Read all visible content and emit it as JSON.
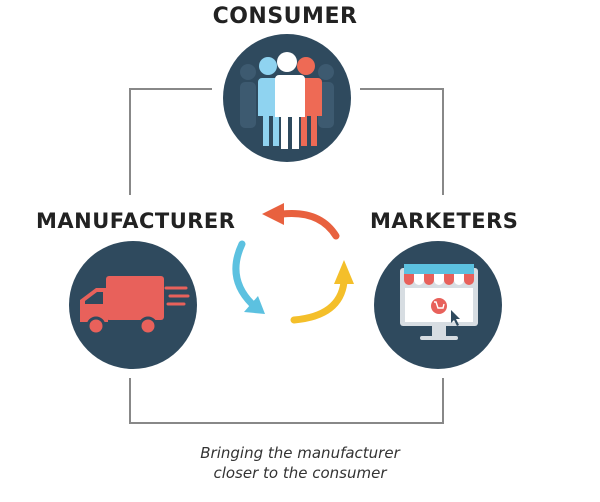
{
  "nodes": {
    "consumer": {
      "label": "CONSUMER"
    },
    "manufacturer": {
      "label": "MANUFACTURER"
    },
    "marketers": {
      "label": "MARKETERS"
    }
  },
  "caption": {
    "line1": "Bringing the manufacturer",
    "line2": "closer to the consumer"
  },
  "colors": {
    "circle": "#2f4a5e",
    "connector": "#888888",
    "arrow_red": "#e8613f",
    "arrow_yellow": "#f4bf2a",
    "arrow_blue": "#5cc1e0",
    "truck": "#e8615b",
    "person_blue": "#8fd3f0",
    "person_white": "#ffffff",
    "person_red": "#ee6a55"
  },
  "icons": {
    "consumer": "people-group-icon",
    "manufacturer": "delivery-truck-icon",
    "marketers": "online-store-icon"
  }
}
